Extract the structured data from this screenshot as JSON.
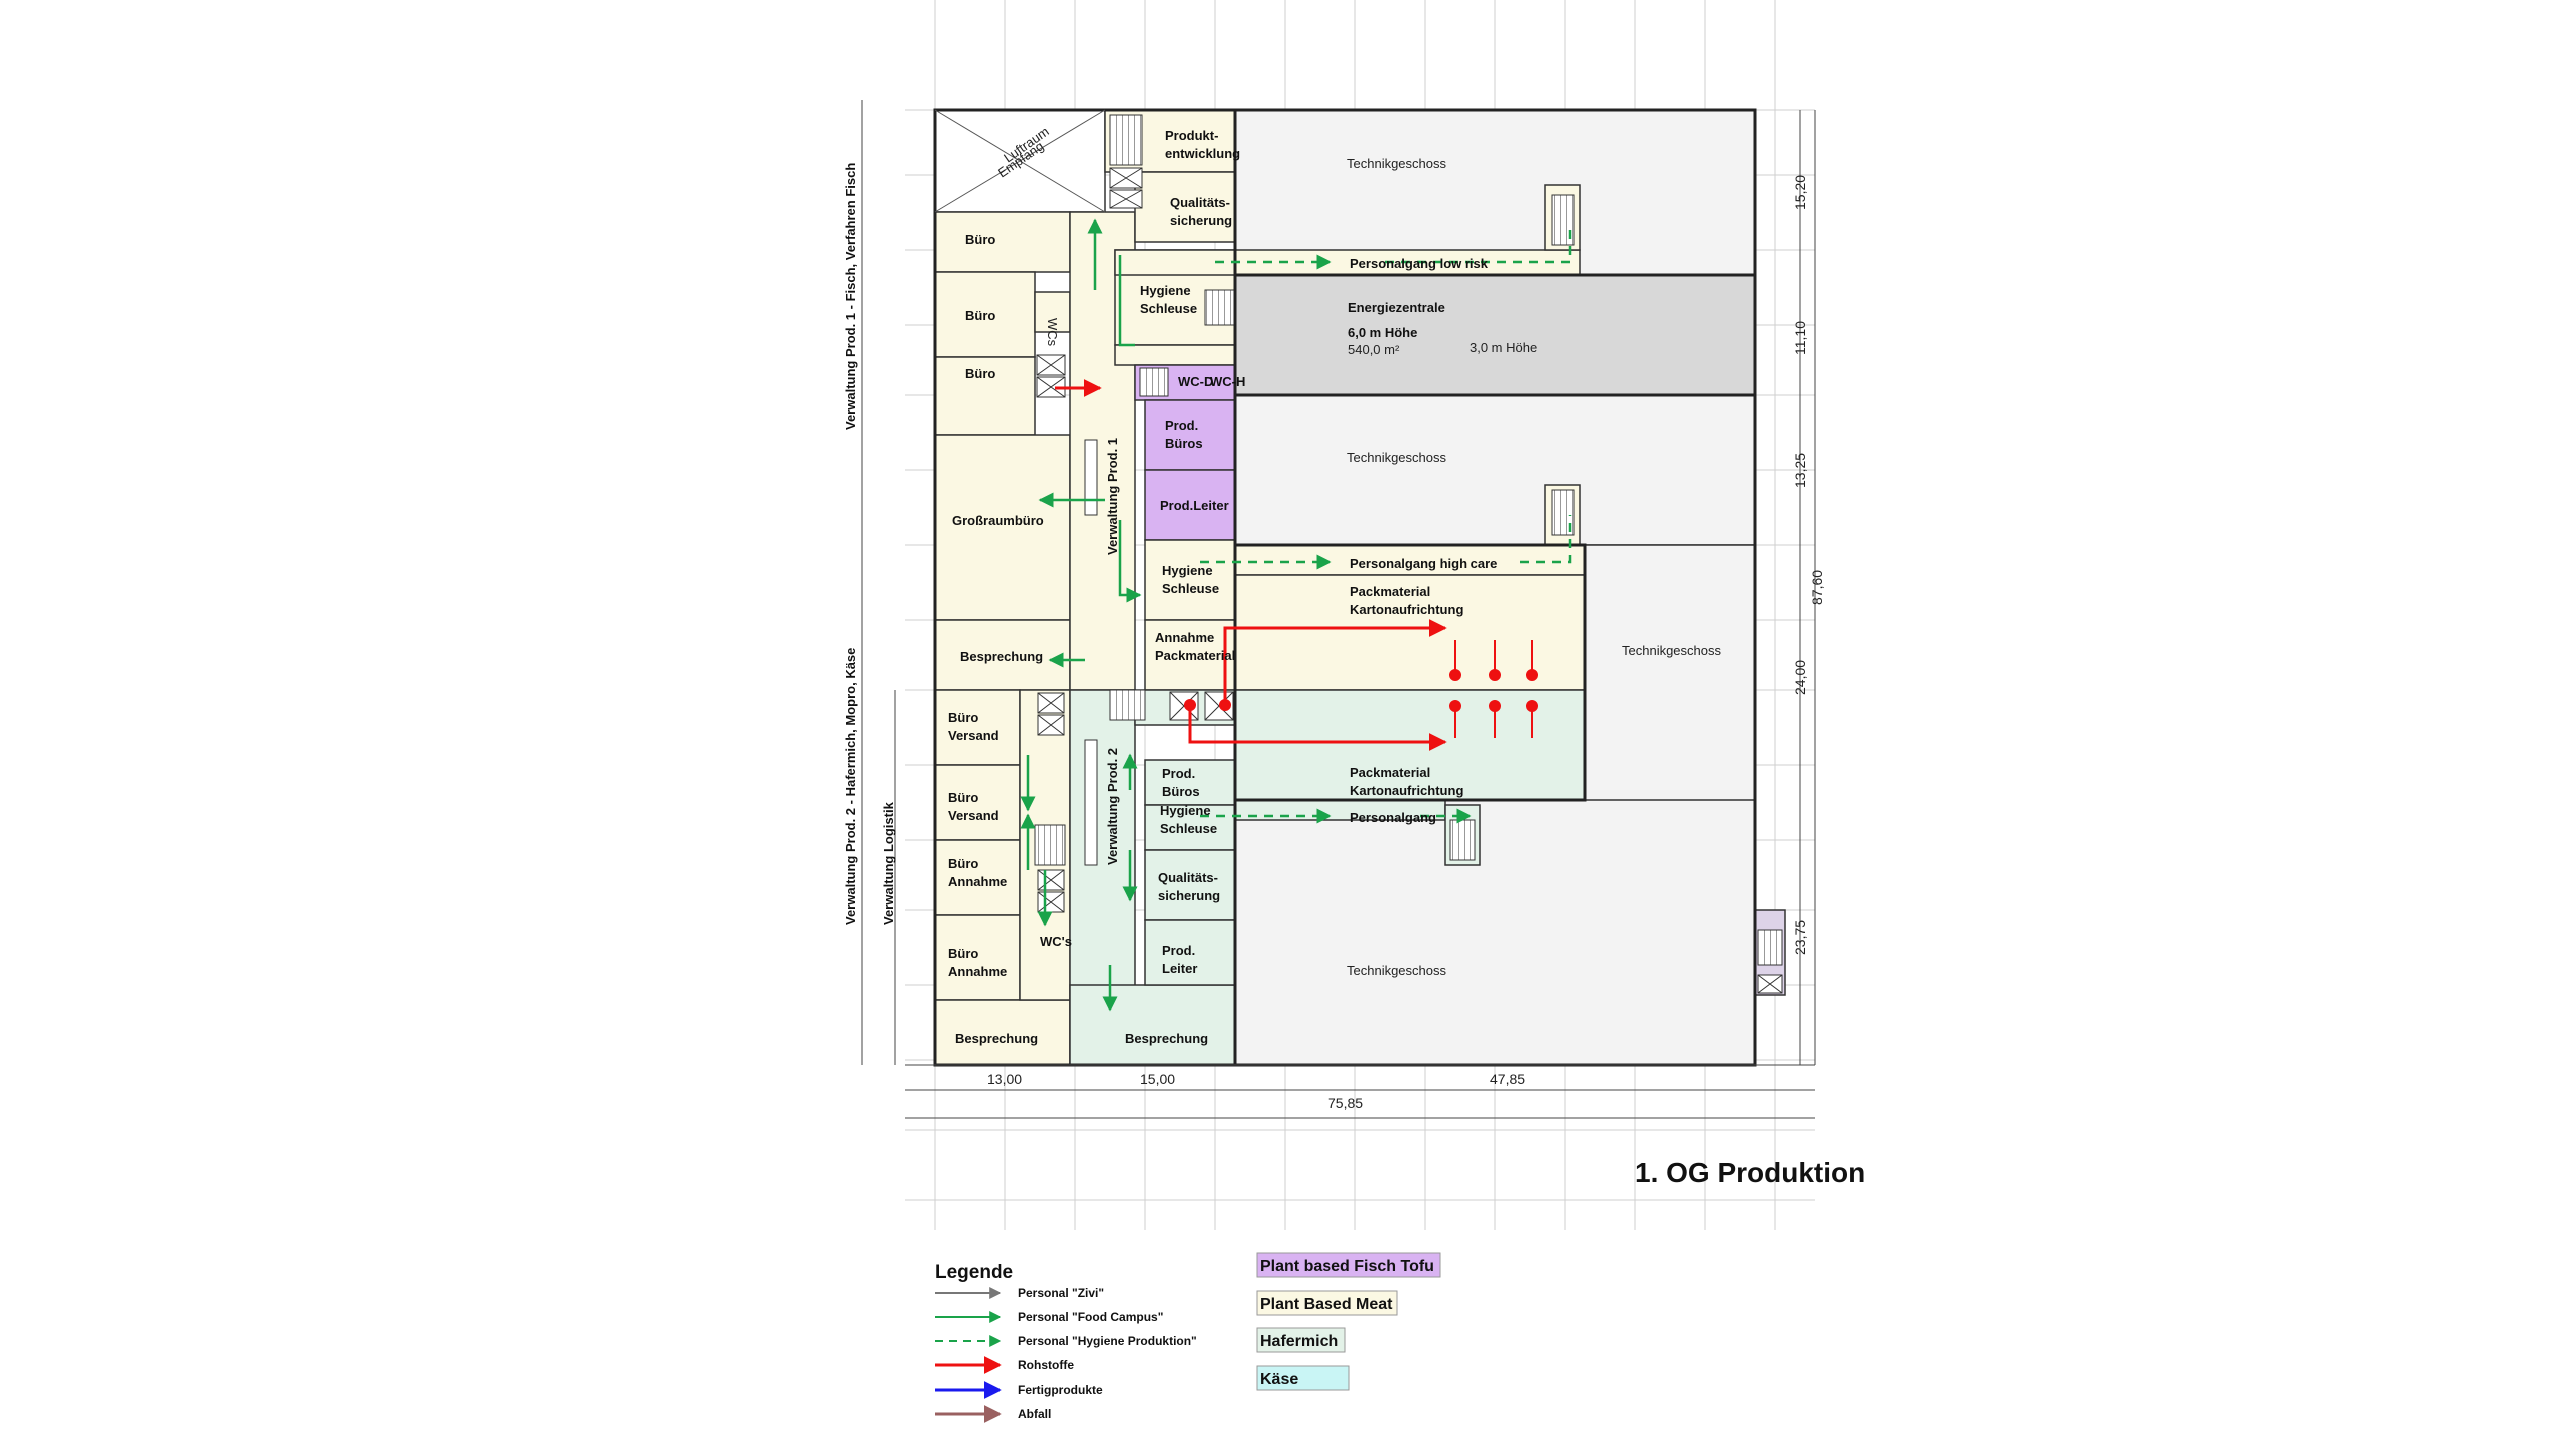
{
  "title": "1. OG Produktion",
  "side_labels": {
    "left_upper": "Verwaltung Prod. 1 - Fisch, Verfahren Fisch",
    "left_lower": "Verwaltung Prod. 2 - Hafermich, Mopro, Käse",
    "logistik": "Verwaltung Logistik"
  },
  "rooms": {
    "luftraum": "Luftraum",
    "empfang": "Empfang",
    "buero1": "Büro",
    "buero2": "Büro",
    "buero3": "Büro",
    "wcs_top": "WCs",
    "grossraumbuero": "Großraumbüro",
    "besprechung_left": "Besprechung",
    "buero_versand_1": [
      "Büro",
      "Versand"
    ],
    "buero_versand_2": [
      "Büro",
      "Versand"
    ],
    "buero_annahme_1": [
      "Büro",
      "Annahme"
    ],
    "buero_annahme_2": [
      "Büro",
      "Annahme"
    ],
    "wcs_bottom": "WC's",
    "besprechung_bottom_left": "Besprechung",
    "besprechung_bottom_mid": "Besprechung",
    "produktentwicklung": [
      "Produkt-",
      "entwicklung"
    ],
    "qualitaet_top": [
      "Qualitäts-",
      "sicherung"
    ],
    "hygiene_schleuse_1": [
      "Hygiene",
      "Schleuse"
    ],
    "wc_d": "WC-D",
    "wc_h": "WC-H",
    "prod_bueros_1": [
      "Prod.",
      "Büros"
    ],
    "prod_leiter_1": "Prod.Leiter",
    "hygiene_schleuse_2": [
      "Hygiene",
      "Schleuse"
    ],
    "annahme_packmaterial": [
      "Annahme",
      "Packmaterial"
    ],
    "prod_bueros_2": [
      "Prod.",
      "Büros"
    ],
    "hygiene_schleuse_3": [
      "Hygiene",
      "Schleuse"
    ],
    "qualitaet_bottom": [
      "Qualitäts-",
      "sicherung"
    ],
    "prod_leiter_2": [
      "Prod.",
      "Leiter"
    ],
    "corridor_1": "Verwaltung Prod. 1",
    "corridor_2": "Verwaltung Prod. 2",
    "technik_1": "Technikgeschoss",
    "technik_2": "Technikgeschoss",
    "technik_3": "Technikgeschoss",
    "technik_4": "Technikgeschoss",
    "energiezentrale": "Energiezentrale",
    "energie_hoehe": "6,0 m Höhe",
    "energie_flaeche": "540,0 m²",
    "energie_hoehe2": "3,0 m Höhe",
    "personalgang_1": "Personalgang  low risk",
    "personalgang_2": "Personalgang  high care",
    "personalgang_3": "Personalgang",
    "packmaterial_1": [
      "Packmaterial",
      "Kartonaufrichtung"
    ],
    "packmaterial_2": [
      "Packmaterial",
      "Kartonaufrichtung"
    ]
  },
  "dimensions": {
    "d1520": "15,20",
    "d1110": "11,10",
    "d1325": "13,25",
    "d2400": "24,00",
    "d8760": "87,60",
    "d2375": "23,75",
    "d1300": "13,00",
    "d1500": "15,00",
    "d7585": "75,85",
    "d4785": "47,85"
  },
  "legend": {
    "title": "Legende",
    "items": [
      {
        "label": "Personal \"Zivi\"",
        "color": "#777777",
        "style": "solid"
      },
      {
        "label": "Personal \"Food Campus\"",
        "color": "#1aa34a",
        "style": "solid"
      },
      {
        "label": "Personal \"Hygiene Produktion\"",
        "color": "#1aa34a",
        "style": "dashed"
      },
      {
        "label": "Rohstoffe",
        "color": "#ee1111",
        "style": "solid"
      },
      {
        "label": "Fertigprodukte",
        "color": "#1a1aee",
        "style": "solid"
      },
      {
        "label": "Abfall",
        "color": "#9a6060",
        "style": "solid"
      }
    ],
    "swatches": [
      {
        "label": "Plant based Fisch Tofu",
        "color": "#d9b3f2"
      },
      {
        "label": "Plant Based Meat",
        "color": "#fbf8e3"
      },
      {
        "label": "Hafermich",
        "color": "#e3f2e8"
      },
      {
        "label": "Käse",
        "color": "#c9f5f5"
      }
    ]
  },
  "colors": {
    "meat": "#fbf8e3",
    "hafer": "#e3f2e8",
    "fisch": "#d9b3f2",
    "technik": "#f3f3f3",
    "energie": "#d8d8d8",
    "green": "#1aa34a",
    "red": "#ee1111"
  }
}
